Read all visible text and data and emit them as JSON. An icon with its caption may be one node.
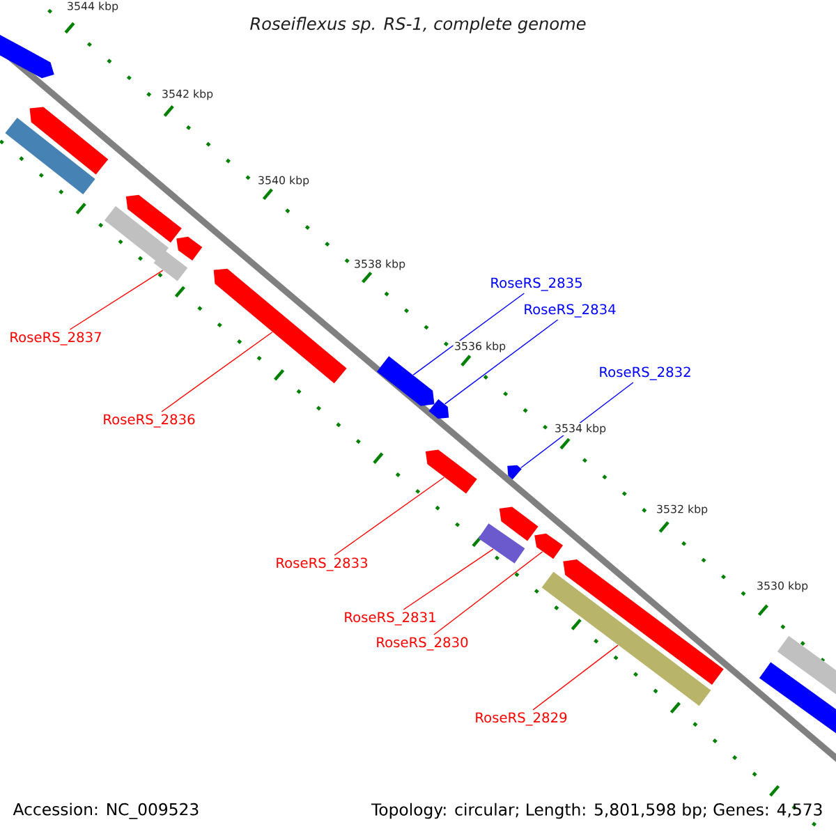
{
  "diagram": {
    "title": "Roseiflexus sp. RS-1, complete genome",
    "nodes": [
      {
        "text": [],
        "shape": "bar"
      },
      {
        "text": [],
        "shape": "bar"
      },
      {
        "text": [],
        "shape": "bar"
      },
      {
        "text": [],
        "shape": "bar"
      },
      {
        "text": [],
        "shape": "bar"
      },
      {
        "text": [],
        "shape": "bar"
      },
      {
        "text": [],
        "shape": "bar"
      },
      {
        "text": [],
        "shape": "bar"
      },
      {
        "text": [],
        "shape": "bar"
      },
      {
        "text": [],
        "shape": "bar"
      },
      {
        "text": [],
        "shape": "bar"
      },
      {
        "text": [],
        "shape": "bar"
      },
      {
        "text": [],
        "shape": "bar"
      },
      {
        "text": [],
        "shape": "bar"
      },
      {
        "text": [],
        "shape": "bar"
      },
      {
        "text": [],
        "shape": "bar"
      },
      {
        "text": [],
        "shape": "bar"
      },
      {
        "text": [],
        "shape": "bar"
      },
      {
        "text": [],
        "shape": "bar"
      },
      {
        "text": [
          "RoseRS_2835"
        ]
      },
      {
        "text": [
          "RoseRS_2834"
        ]
      },
      {
        "text": [
          "RoseRS_2837"
        ]
      },
      {
        "text": [
          "RoseRS_2832"
        ]
      },
      {
        "text": [
          "RoseRS_2836"
        ]
      },
      {
        "text": [
          "RoseRS_2833"
        ]
      },
      {
        "text": [
          "RoseRS_2831"
        ]
      },
      {
        "text": [
          "RoseRS_2830"
        ]
      },
      {
        "text": [
          "RoseRS_2829"
        ]
      }
    ],
    "edges": [
      {
        "from": 19,
        "to": 8,
        "arrow": "none",
        "color": "#0000ff"
      },
      {
        "from": 20,
        "to": 9,
        "arrow": "none",
        "color": "#0000ff"
      },
      {
        "from": 21,
        "to": 6,
        "arrow": "none"
      },
      {
        "from": 22,
        "to": 10,
        "arrow": "none",
        "color": "#0000ff"
      },
      {
        "from": 23,
        "to": 7,
        "arrow": "none"
      },
      {
        "from": 24,
        "to": 11,
        "arrow": "none"
      },
      {
        "from": 25,
        "to": 13,
        "arrow": "none"
      },
      {
        "from": 26,
        "to": 14,
        "arrow": "none"
      },
      {
        "from": 27,
        "to": 16,
        "arrow": "none"
      }
    ],
    "labels": [
      "3544 kbp",
      "3542 kbp",
      "3540 kbp",
      "3538 kbp",
      "3536 kbp",
      "3534 kbp",
      "3532 kbp",
      "3530 kbp",
      "Accession: NC_009523",
      "Topology: circular; Length: 5,801,598 bp; Genes: 4,573"
    ]
  }
}
